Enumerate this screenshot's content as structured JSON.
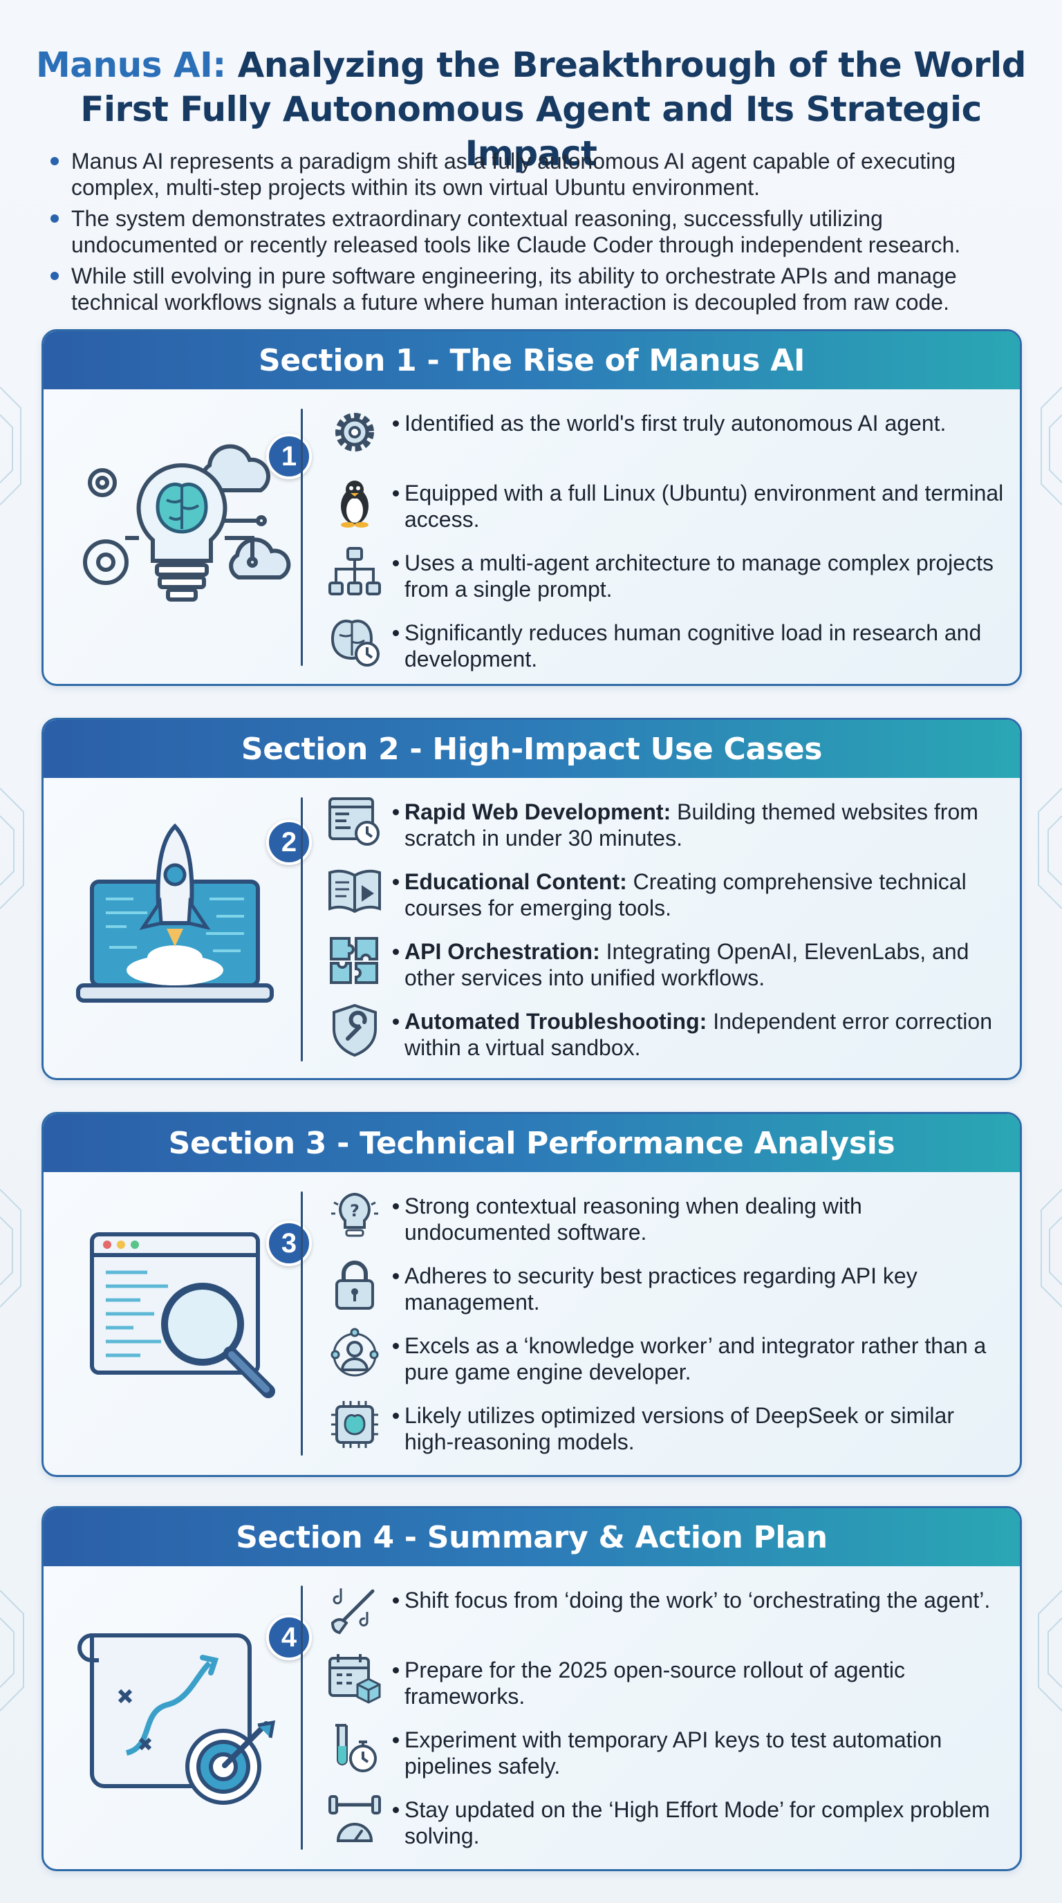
{
  "title": {
    "highlight": "Manus AI:",
    "rest": " Analyzing the Breakthrough of the World First Fully Autonomous Agent and Its Strategic Impact"
  },
  "intro_bullets": [
    "Manus AI represents a paradigm shift as a fully autonomous AI agent capable of executing complex, multi-step projects within its own virtual Ubuntu environment.",
    "The system demonstrates extraordinary contextual reasoning, successfully utilizing undocumented or recently released tools like Claude Coder through independent research.",
    "While still evolving in pure software engineering, its ability to orchestrate APIs and manage technical workflows signals a future where human interaction is decoupled from raw code."
  ],
  "colors": {
    "title": "#173a63",
    "title_accent": "#2a6fb7",
    "header_start": "#2b5fa8",
    "header_end": "#2aa7b4",
    "border": "#2f6aa8",
    "badge": "#2b61a8"
  },
  "sections": [
    {
      "number": "1",
      "title": "Section 1 - The Rise of Manus AI",
      "hero_icon": "brain-lightbulb-gears-cloud-icon",
      "items": [
        {
          "icon": "gear-icon",
          "bold": "",
          "text": "Identified as the world's first truly autonomous AI agent."
        },
        {
          "icon": "linux-penguin-icon",
          "bold": "",
          "text": "Equipped with a full Linux (Ubuntu) environment and terminal access."
        },
        {
          "icon": "hierarchy-icon",
          "bold": "",
          "text": "Uses a multi-agent architecture to manage complex projects from a single prompt."
        },
        {
          "icon": "brain-clock-icon",
          "bold": "",
          "text": "Significantly reduces human cognitive load in research and development."
        }
      ]
    },
    {
      "number": "2",
      "title": "Section 2 - High-Impact Use Cases",
      "hero_icon": "rocket-laptop-icon",
      "items": [
        {
          "icon": "web-page-clock-icon",
          "bold": "Rapid Web Development:",
          "text": " Building themed websites from scratch in under 30 minutes."
        },
        {
          "icon": "book-play-icon",
          "bold": "Educational Content:",
          "text": " Creating comprehensive technical courses for emerging tools."
        },
        {
          "icon": "puzzle-icon",
          "bold": "API Orchestration:",
          "text": " Integrating OpenAI, ElevenLabs, and other services into unified workflows."
        },
        {
          "icon": "shield-wrench-icon",
          "bold": "Automated Troubleshooting:",
          "text": " Independent error correction within a virtual sandbox."
        }
      ]
    },
    {
      "number": "3",
      "title": "Section 3 - Technical Performance Analysis",
      "hero_icon": "code-window-magnifier-icon",
      "items": [
        {
          "icon": "lightbulb-question-icon",
          "bold": "",
          "text": "Strong contextual reasoning when dealing with undocumented software."
        },
        {
          "icon": "padlock-icon",
          "bold": "",
          "text": "Adheres to security best practices regarding API key management."
        },
        {
          "icon": "knowledge-worker-icon",
          "bold": "",
          "text": "Excels as a ‘knowledge worker’ and integrator rather than a pure game engine developer."
        },
        {
          "icon": "ai-chip-brain-icon",
          "bold": "",
          "text": "Likely utilizes optimized versions of DeepSeek or similar high-reasoning models."
        }
      ]
    },
    {
      "number": "4",
      "title": "Section 4 - Summary & Action Plan",
      "hero_icon": "strategy-map-target-icon",
      "items": [
        {
          "icon": "conductor-baton-icon",
          "bold": "",
          "text": "Shift focus from ‘doing the work’ to ‘orchestrating the agent’."
        },
        {
          "icon": "calendar-box-icon",
          "bold": "",
          "text": "Prepare for the 2025 open-source rollout of agentic frameworks."
        },
        {
          "icon": "test-tube-stopwatch-icon",
          "bold": "",
          "text": "Experiment with temporary API keys to test automation pipelines safely."
        },
        {
          "icon": "dumbbell-gauge-icon",
          "bold": "",
          "text": "Stay updated on the ‘High Effort Mode’ for complex problem solving."
        }
      ]
    }
  ]
}
